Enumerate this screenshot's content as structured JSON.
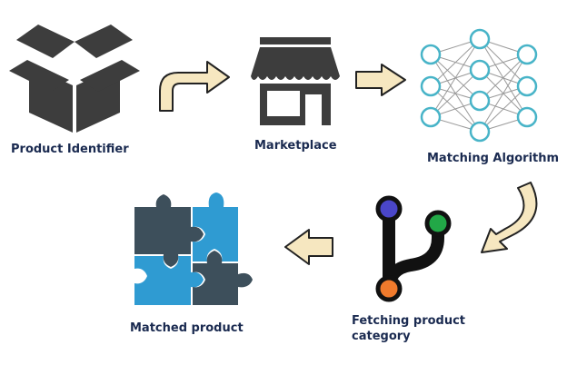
{
  "steps": [
    {
      "id": "product",
      "label": "Product Identifier",
      "icon": "open-box-icon"
    },
    {
      "id": "marketplace",
      "label": "Marketplace",
      "icon": "storefront-icon"
    },
    {
      "id": "algorithm",
      "label": "Matching Algorithm",
      "icon": "neural-network-icon"
    },
    {
      "id": "fetching",
      "label": "Fetching product category",
      "icon": "git-branch-icon"
    },
    {
      "id": "matched",
      "label": "Matched product",
      "icon": "puzzle-pieces-icon"
    }
  ],
  "colors": {
    "label_text": "#1a2a50",
    "icon_dark": "#3d3d3d",
    "network_node": "#48b4c8",
    "network_line": "#9a9a9a",
    "arrow_fill": "#f6e7c0",
    "arrow_stroke": "#222222",
    "puzzle_blue": "#2f9bd2",
    "puzzle_slate": "#3d4f5b",
    "branch_purple": "#4a46c9",
    "branch_green": "#22a847",
    "branch_orange": "#f07a2c"
  }
}
